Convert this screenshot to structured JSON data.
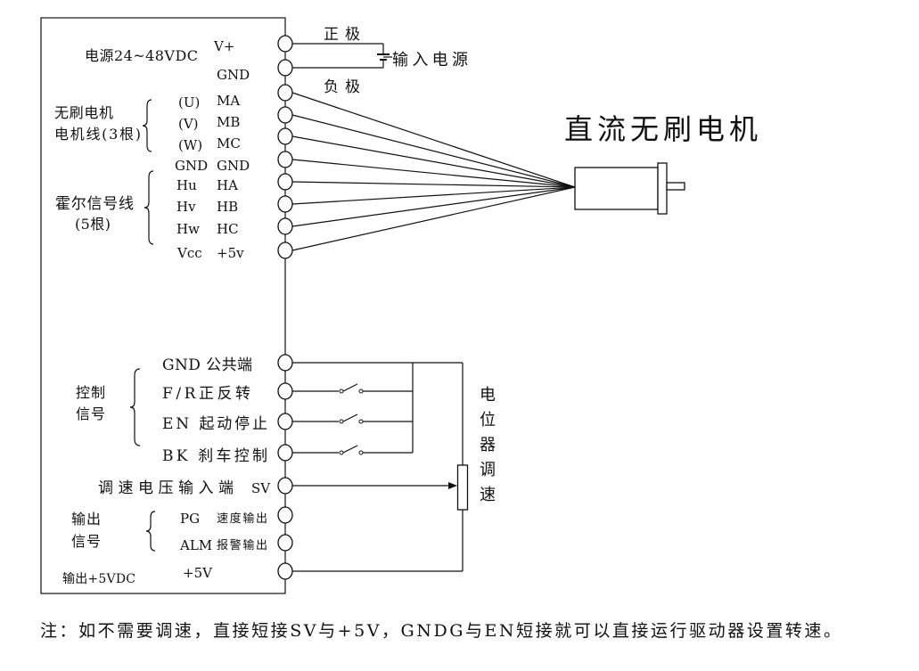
{
  "power": {
    "label": "电源24~48VDC",
    "vplus": "V+",
    "gnd": "GND",
    "positive": "正极",
    "negative": "负极",
    "input": "输入电源"
  },
  "motor_wires": {
    "label_line1": "无刷电机",
    "label_line2": "电机线(3根)",
    "rows": [
      {
        "phase": "(U)",
        "terminal": "MA"
      },
      {
        "phase": "(V)",
        "terminal": "MB"
      },
      {
        "phase": "(W)",
        "terminal": "MC"
      }
    ]
  },
  "hall_wires": {
    "label_line1": "霍尔信号线",
    "label_line2": "(5根)",
    "rows": [
      {
        "signal": "GND",
        "terminal": "GND"
      },
      {
        "signal": "Hu",
        "terminal": "HA"
      },
      {
        "signal": "Hv",
        "terminal": "HB"
      },
      {
        "signal": "Hw",
        "terminal": "HC"
      },
      {
        "signal": "Vcc",
        "terminal": "+5v"
      }
    ]
  },
  "motor": {
    "title": "直流无刷电机"
  },
  "control": {
    "label_line1": "控制",
    "label_line2": "信号",
    "rows": [
      "GND 公共端",
      "F/R正反转",
      "EN 起动停止",
      "BK 刹车控制"
    ]
  },
  "speed": {
    "label": "调速电压输入端",
    "terminal": "SV",
    "potentiometer": "电位器调速"
  },
  "output": {
    "label_line1": "输出",
    "label_line2": "信号",
    "rows": [
      {
        "terminal": "PG",
        "desc": "速度输出"
      },
      {
        "terminal": "ALM",
        "desc": "报警输出"
      }
    ],
    "plus5_terminal": "+5V",
    "plus5_label": "输出+5VDC"
  },
  "note": "注：如不需要调速，直接短接SV与+5V，GNDG与EN短接就可以直接运行驱动器设置转速。"
}
